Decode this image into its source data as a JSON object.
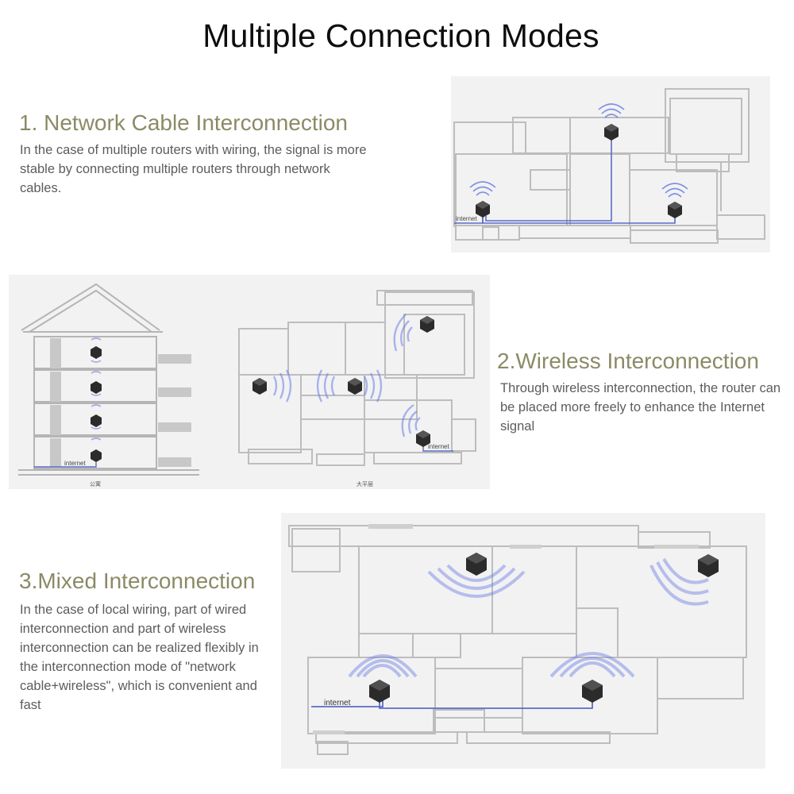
{
  "page_title": "Multiple Connection Modes",
  "sections": [
    {
      "heading": "1. Network Cable Interconnection",
      "description": "In the case of multiple routers with wiring, the signal is more stable by connecting multiple routers through network cables."
    },
    {
      "heading": "2.Wireless Interconnection",
      "description": "Through wireless interconnection, the router can be placed more freely to enhance the Internet signal"
    },
    {
      "heading": "3.Mixed Interconnection",
      "description": "In the case of local wiring, part of wired interconnection and part of wireless interconnection can be realized flexibly in the interconnection mode of \"network cable+wireless\", which is convenient and fast"
    }
  ],
  "diagram_labels": {
    "internet_1": "internet",
    "internet_2a": "internet",
    "internet_2b": "internet",
    "internet_3": "internet",
    "caption_apartment": "公寓",
    "caption_floor": "大平层"
  },
  "colors": {
    "heading": "#8c8a66",
    "body_text": "#5c5c5c",
    "title": "#0d0d0d",
    "panel_bg": "#f2f2f2",
    "wall": "#b8b8b8",
    "cable": "#4a5fc4",
    "signal": "#5a6ee0",
    "router": "#2b2b2b"
  }
}
